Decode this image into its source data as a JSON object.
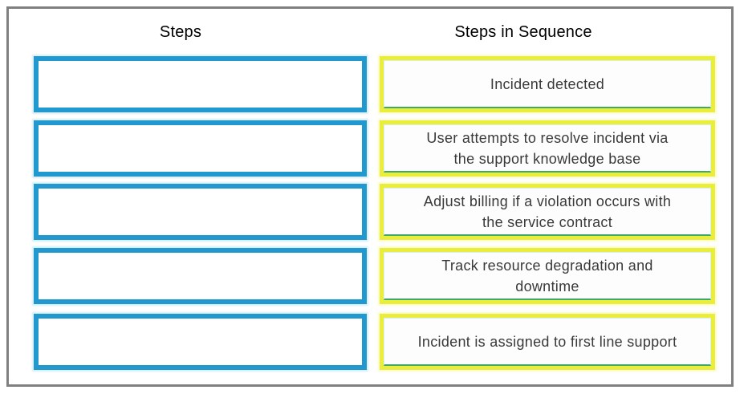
{
  "columns": {
    "left": {
      "header": "Steps",
      "slots": [
        "",
        "",
        "",
        "",
        ""
      ]
    },
    "right": {
      "header": "Steps in Sequence",
      "cards": [
        "Incident detected",
        "User attempts to resolve incident via\nthe support knowledge base",
        "Adjust billing if a violation occurs with\nthe service contract",
        "Track resource degradation and\ndowntime",
        "Incident is assigned to first line support"
      ]
    }
  },
  "colors": {
    "frame_border": "#808080",
    "slot_border": "#2199CE",
    "card_border": "#EAEE3B",
    "card_inner_line": "#3FA96B",
    "card_text": "#3A3A3A",
    "header_text": "#000000"
  }
}
